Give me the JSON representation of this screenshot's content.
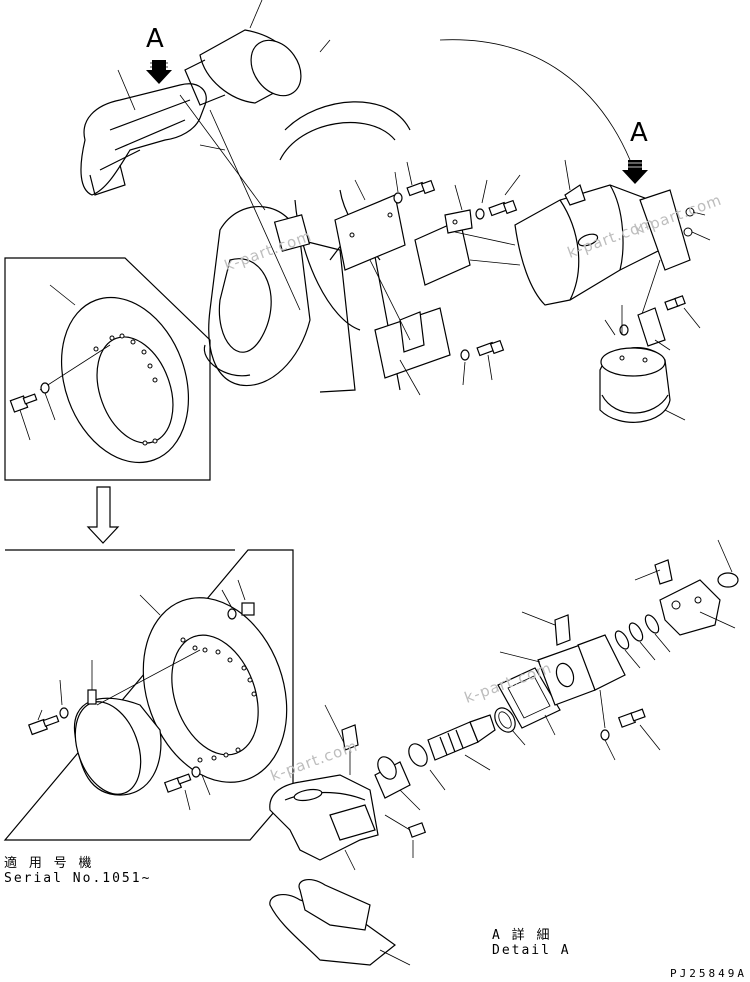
{
  "labels": {
    "view_marker_left": "A",
    "view_marker_right": "A"
  },
  "captions": {
    "serial_jp": "適 用 号 機",
    "serial_en": "Serial No.1051~",
    "detail_jp": "A 詳 細",
    "detail_en": "Detail A"
  },
  "watermarks": [
    "k-part.com",
    "k-part.com",
    "k-part.com",
    "k-part.com",
    "k-part.com"
  ],
  "drawing_code": "PJ25849A"
}
